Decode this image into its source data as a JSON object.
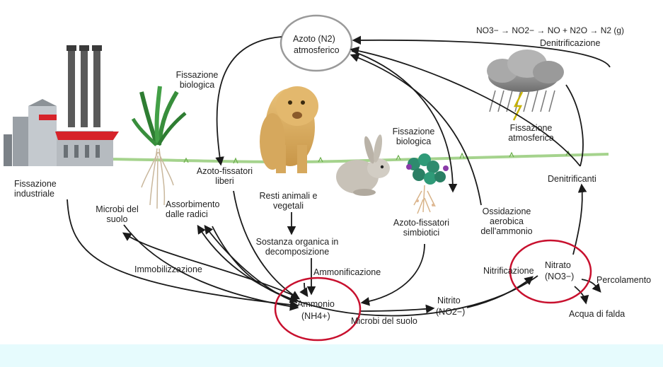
{
  "labels": {
    "n2_top": "Azoto (N2)",
    "n2_bottom": "atmosferico",
    "equation": "NO3− → NO2− → NO + N2O → N2 (g)",
    "denitrificazione": "Denitrificazione",
    "fissazione_biologica_1": "Fissazione biologica",
    "fissazione_biologica_2": "Fissazione biologica",
    "fissazione_atmosferica": "Fissazione atmosferica",
    "fissazione_industriale": "Fissazione industriale",
    "azoto_fissatori_liberi": "Azoto-fissatori liberi",
    "azoto_fissatori_simbiotici": "Azoto-fissatori simbiotici",
    "denitrificanti": "Denitrificanti",
    "microbi_del_suolo_1": "Microbi del suolo",
    "assorbimento": "Assorbimento dalle radici",
    "resti": "Resti animali e vegetali",
    "ossidazione": "Ossidazione aerobica dell'ammonio",
    "sostanza": "Sostanza organica in decomposizione",
    "immobilizzazione": "Immobilizzazione",
    "ammonificazione": "Ammonificazione",
    "nitrificazione": "Nitrificazione",
    "nitrato": "Nitrato",
    "nitrato_formula": "(NO3−)",
    "percolamento": "Percolamento",
    "ammonio": "Ammonio",
    "ammonio_formula": "(NH4+)",
    "nitrito": "Nitrito",
    "nitrito_formula": "(NO2−)",
    "microbi_del_suolo_2": "Microbi del suolo",
    "acqua_di_falda": "Acqua di falda"
  },
  "colors": {
    "arrow": "#1a1a1a",
    "highlight_circle": "#c8102e",
    "n2_oval": "#9a9a9a",
    "bottom_band": "#e6fbfd",
    "factory_red": "#d6232a",
    "grass": "#3d9a3a",
    "cloud": "#8a8a8a"
  },
  "icons": [
    "factory-icon",
    "grass-plant-icon",
    "lion-icon",
    "rabbit-icon",
    "clover-plant-icon",
    "storm-cloud-icon",
    "lightning-icon"
  ]
}
